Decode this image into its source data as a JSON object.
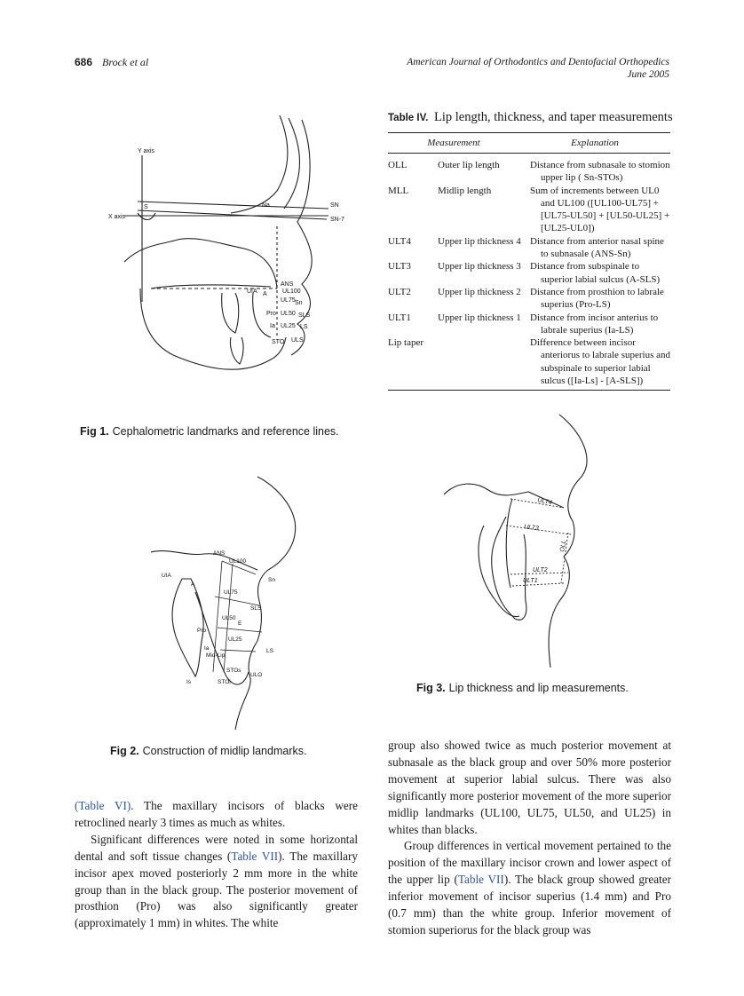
{
  "header": {
    "page_number": "686",
    "authors": "Brock et al",
    "journal": "American Journal of Orthodontics and Dentofacial Orthopedics",
    "date": "June 2005"
  },
  "table": {
    "label": "Table IV.",
    "title": "Lip length, thickness, and taper measurements",
    "col_measurement": "Measurement",
    "col_explanation": "Explanation",
    "rows": [
      {
        "abbr": "OLL",
        "name": "Outer lip length",
        "explanation": "Distance from subnasale to stomion upper lip ( Sn-STOs)"
      },
      {
        "abbr": "MLL",
        "name": "Midlip length",
        "explanation": "Sum of increments between UL0 and UL100 ([UL100-UL75] + [UL75-UL50] + [UL50-UL25] + [UL25-UL0])"
      },
      {
        "abbr": "ULT4",
        "name": "Upper lip thickness 4",
        "explanation": "Distance from anterior nasal spine to subnasale (ANS-Sn)"
      },
      {
        "abbr": "ULT3",
        "name": "Upper lip thickness 3",
        "explanation": "Distance from subspinale to superior labial sulcus (A-SLS)"
      },
      {
        "abbr": "ULT2",
        "name": "Upper lip thickness 2",
        "explanation": "Distance from prosthion to labrale superius (Pro-LS)"
      },
      {
        "abbr": "ULT1",
        "name": "Upper lip thickness 1",
        "explanation": "Distance from incisor anterius to labrale superius (Ia-LS)"
      },
      {
        "abbr": "Lip taper",
        "name": "",
        "explanation": "Difference between incisor anteriorus to labrale superius and subspinale to superior labial sulcus ([Ia-Ls] - [A-SLS])"
      }
    ]
  },
  "fig1": {
    "label": "Fig 1.",
    "caption": "Cephalometric landmarks and reference lines.",
    "labels": {
      "yaxis": "Y axis",
      "xaxis": "X axis",
      "s": "S",
      "na": "Na",
      "sn": "SN",
      "sn7": "SN-7",
      "ans": "ANS",
      "uia": "UIA",
      "a": "A",
      "ul100": "UL100",
      "ul75": "UL75",
      "sn_pt": "Sn",
      "pro": "Pro",
      "ul50": "UL50",
      "sls": "SLS",
      "ia": "Ia",
      "ul25": "UL25",
      "ls": "LS",
      "sto": "STO",
      "uls": "ULS"
    }
  },
  "fig2": {
    "label": "Fig 2.",
    "caption": "Construction of midlip landmarks.",
    "labels": {
      "ans": "ANS",
      "ul100": "UL100",
      "uia": "UIA",
      "sn": "Sn",
      "a": "A",
      "ul75": "UL75",
      "sls": "SLS",
      "ul50": "UL50",
      "e": "E",
      "pro": "Pro",
      "ul25": "UL25",
      "ia": "Ia",
      "ls": "LS",
      "midlip": "Mid-Lip",
      "stos": "STOs",
      "ulo": "ULO",
      "is": "Is",
      "stoi": "STOi"
    }
  },
  "fig3": {
    "label": "Fig 3.",
    "caption": "Lip thickness and lip measurements.",
    "labels": {
      "ult4": "ULT4",
      "ult3": "ULT3",
      "oll": "OLL",
      "ult2": "ULT2",
      "ult1": "ULT1"
    }
  },
  "body": {
    "left": {
      "ref1": "(Table VI)",
      "p1": ". The maxillary incisors of blacks were retroclined nearly 3 times as much as whites.",
      "p2a": "Significant differences were noted in some horizontal dental and soft tissue changes (",
      "ref2": "Table VII",
      "p2b": "). The maxillary incisor apex moved posteriorly 2 mm more in the white group than in the black group. The posterior movement of prosthion (Pro) was also significantly greater (approximately 1 mm) in whites. The white"
    },
    "right": {
      "p1": "group also showed twice as much posterior movement at subnasale as the black group and over 50% more posterior movement at superior labial sulcus. There was also significantly more posterior movement of the more superior midlip landmarks (UL100, UL75, UL50, and UL25) in whites than blacks.",
      "p2a": "Group differences in vertical movement pertained to the position of the maxillary incisor crown and lower aspect of the upper lip (",
      "ref": "Table VII",
      "p2b": "). The black group showed greater inferior movement of incisor superius (1.4 mm) and Pro (0.7 mm) than the white group. Inferior movement of stomion superiorus for the black group was"
    }
  }
}
